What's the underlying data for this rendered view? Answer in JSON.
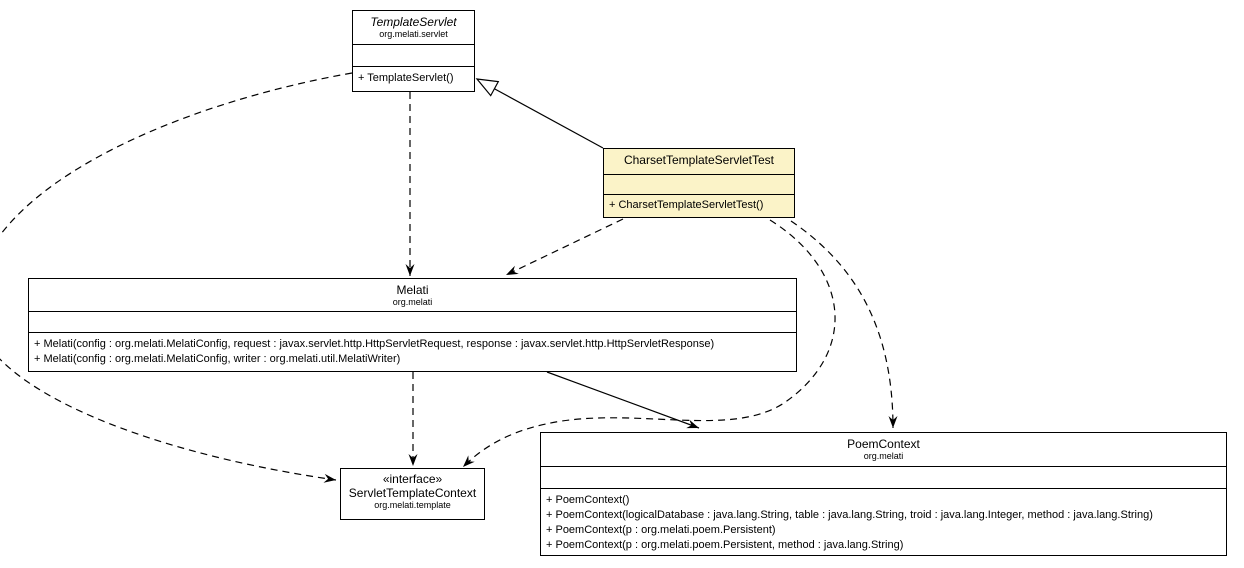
{
  "diagram": {
    "background": "#ffffff",
    "test_class_fill": "#fbf3c8",
    "line_color": "#000000",
    "classes": {
      "templateServlet": {
        "name": "TemplateServlet",
        "package": "org.melati.servlet",
        "abstract": true,
        "operations": [
          "+ TemplateServlet()"
        ]
      },
      "charsetTemplateServletTest": {
        "name": "CharsetTemplateServletTest",
        "operations": [
          "+ CharsetTemplateServletTest()"
        ]
      },
      "melati": {
        "name": "Melati",
        "package": "org.melati",
        "operations": [
          "+ Melati(config : org.melati.MelatiConfig, request : javax.servlet.http.HttpServletRequest, response : javax.servlet.http.HttpServletResponse)",
          "+ Melati(config : org.melati.MelatiConfig, writer : org.melati.util.MelatiWriter)"
        ]
      },
      "servletTemplateContext": {
        "stereotype": "«interface»",
        "name": "ServletTemplateContext",
        "package": "org.melati.template"
      },
      "poemContext": {
        "name": "PoemContext",
        "package": "org.melati",
        "operations": [
          "+ PoemContext()",
          "+ PoemContext(logicalDatabase : java.lang.String, table : java.lang.String, troid : java.lang.Integer, method : java.lang.String)",
          "+ PoemContext(p : org.melati.poem.Persistent)",
          "+ PoemContext(p : org.melati.poem.Persistent, method : java.lang.String)"
        ]
      }
    },
    "relations": [
      {
        "from": "CharsetTemplateServletTest",
        "to": "TemplateServlet",
        "type": "generalization"
      },
      {
        "from": "TemplateServlet",
        "to": "Melati",
        "type": "dependency"
      },
      {
        "from": "TemplateServlet",
        "to": "ServletTemplateContext",
        "type": "dependency"
      },
      {
        "from": "CharsetTemplateServletTest",
        "to": "Melati",
        "type": "dependency"
      },
      {
        "from": "CharsetTemplateServletTest",
        "to": "ServletTemplateContext",
        "type": "dependency"
      },
      {
        "from": "CharsetTemplateServletTest",
        "to": "PoemContext",
        "type": "dependency"
      },
      {
        "from": "Melati",
        "to": "ServletTemplateContext",
        "type": "dependency"
      },
      {
        "from": "Melati",
        "to": "PoemContext",
        "type": "association"
      }
    ]
  }
}
